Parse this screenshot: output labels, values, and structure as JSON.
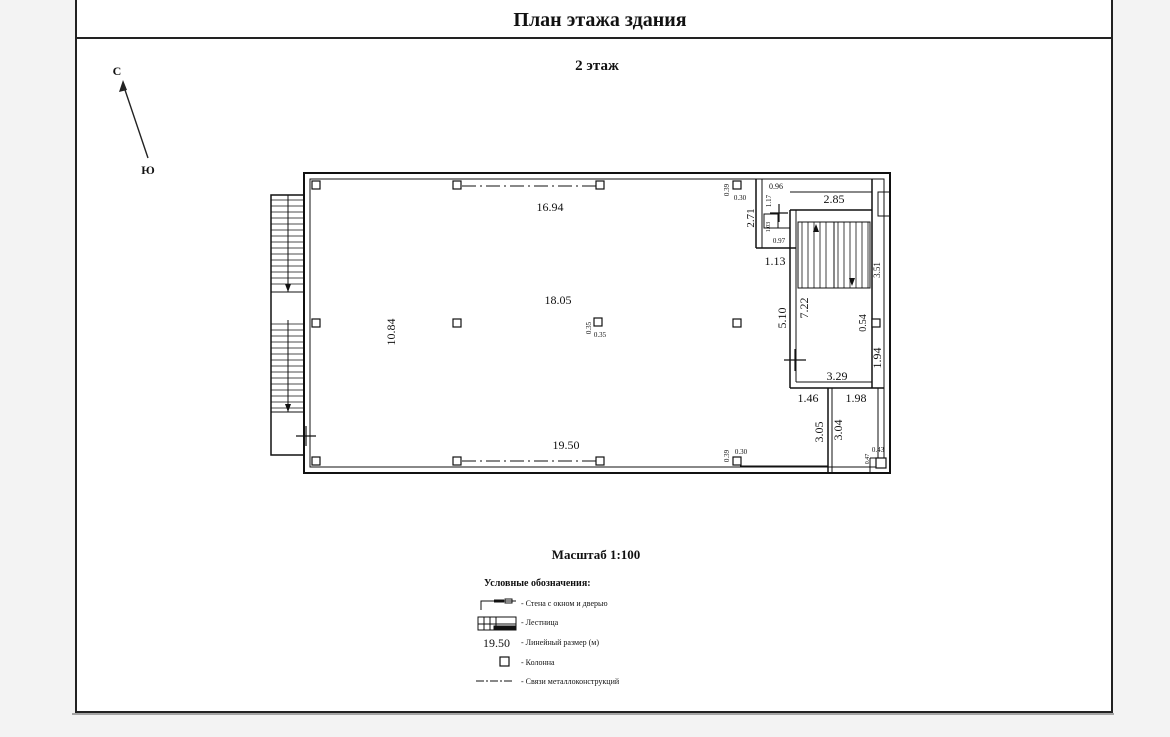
{
  "sheet": {
    "title": "План этажа здания",
    "floor": "2 этаж"
  },
  "compass": {
    "north": "С",
    "south": "Ю"
  },
  "dimensions": {
    "d16_94": "16.94",
    "d18_05": "18.05",
    "d19_50": "19.50",
    "d10_84": "10.84",
    "d0_35a": "0.35",
    "d0_35b": "0.35",
    "d0_39_top": "0.39",
    "d0_30_top": "0.30",
    "d0_96": "0.96",
    "d1_17": "1.17",
    "d2_71": "2.71",
    "d1_03": "1.03",
    "d0_97": "0.97",
    "d2_85": "2.85",
    "d1_13": "1.13",
    "d3_51": "3.51",
    "d5_10": "5.10",
    "d7_22": "7.22",
    "d0_54": "0.54",
    "d1_94": "1.94",
    "d3_29": "3.29",
    "d1_46": "1.46",
    "d1_98": "1.98",
    "d3_05": "3.05",
    "d3_04": "3.04",
    "d0_47": "0.47",
    "d0_43": "0.43",
    "d0_39_bot": "0.39",
    "d0_30_bot": "0.30"
  },
  "scale": "Масштаб 1:100",
  "legend": {
    "title": "Условные обозначения:",
    "items": [
      {
        "icon": "wall-window-door-icon",
        "text": "- Стена с окном и дверью"
      },
      {
        "icon": "stair-icon",
        "text": "- Лестница"
      },
      {
        "icon": "dimension-sample",
        "sample": "19.50",
        "text": "- Линейный размер (м)"
      },
      {
        "icon": "column-icon",
        "text": "- Колонна"
      },
      {
        "icon": "dash-dot-line-icon",
        "text": "- Связи металлоконструкций"
      }
    ]
  }
}
